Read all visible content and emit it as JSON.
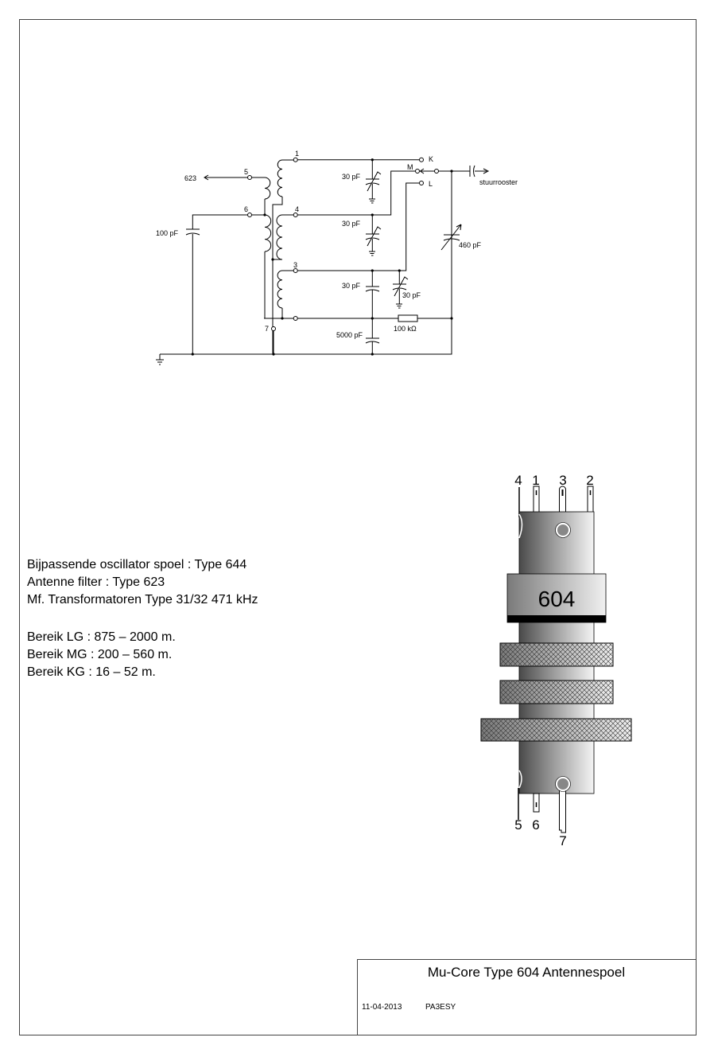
{
  "schematic": {
    "terminals": {
      "t1": "1",
      "t2": "4",
      "t3": "3",
      "t4": "5",
      "t5": "6",
      "t6": "7"
    },
    "switch": {
      "k": "K",
      "m": "M",
      "l": "L"
    },
    "labels": {
      "antenna_filter": "623",
      "grid": "stuurrooster",
      "c_coupling": "100 pF",
      "c_trim1": "30 pF",
      "c_trim2": "30 pF",
      "c_fixed3": "30 pF",
      "c_trim3": "30 pF",
      "c_tuning": "460 pF",
      "c_decoupling": "5000 pF",
      "resistor": "100 kΩ"
    }
  },
  "coil_drawing": {
    "type_label": "604",
    "pins_top": [
      "4",
      "1",
      "3",
      "2"
    ],
    "pins_bottom": [
      "5",
      "6",
      "7"
    ]
  },
  "notes": {
    "lines1": [
      "Bijpassende oscillator spoel : Type 644",
      "Antenne filter : Type 623",
      "Mf. Transformatoren Type 31/32 471 kHz"
    ],
    "lines2": [
      "Bereik LG : 875 – 2000 m.",
      "Bereik MG : 200 – 560 m.",
      "Bereik KG : 16 – 52 m."
    ]
  },
  "title_block": {
    "title": "Mu-Core Type 604 Antennespoel",
    "date": "11-04-2013",
    "author": "PA3ESY"
  }
}
